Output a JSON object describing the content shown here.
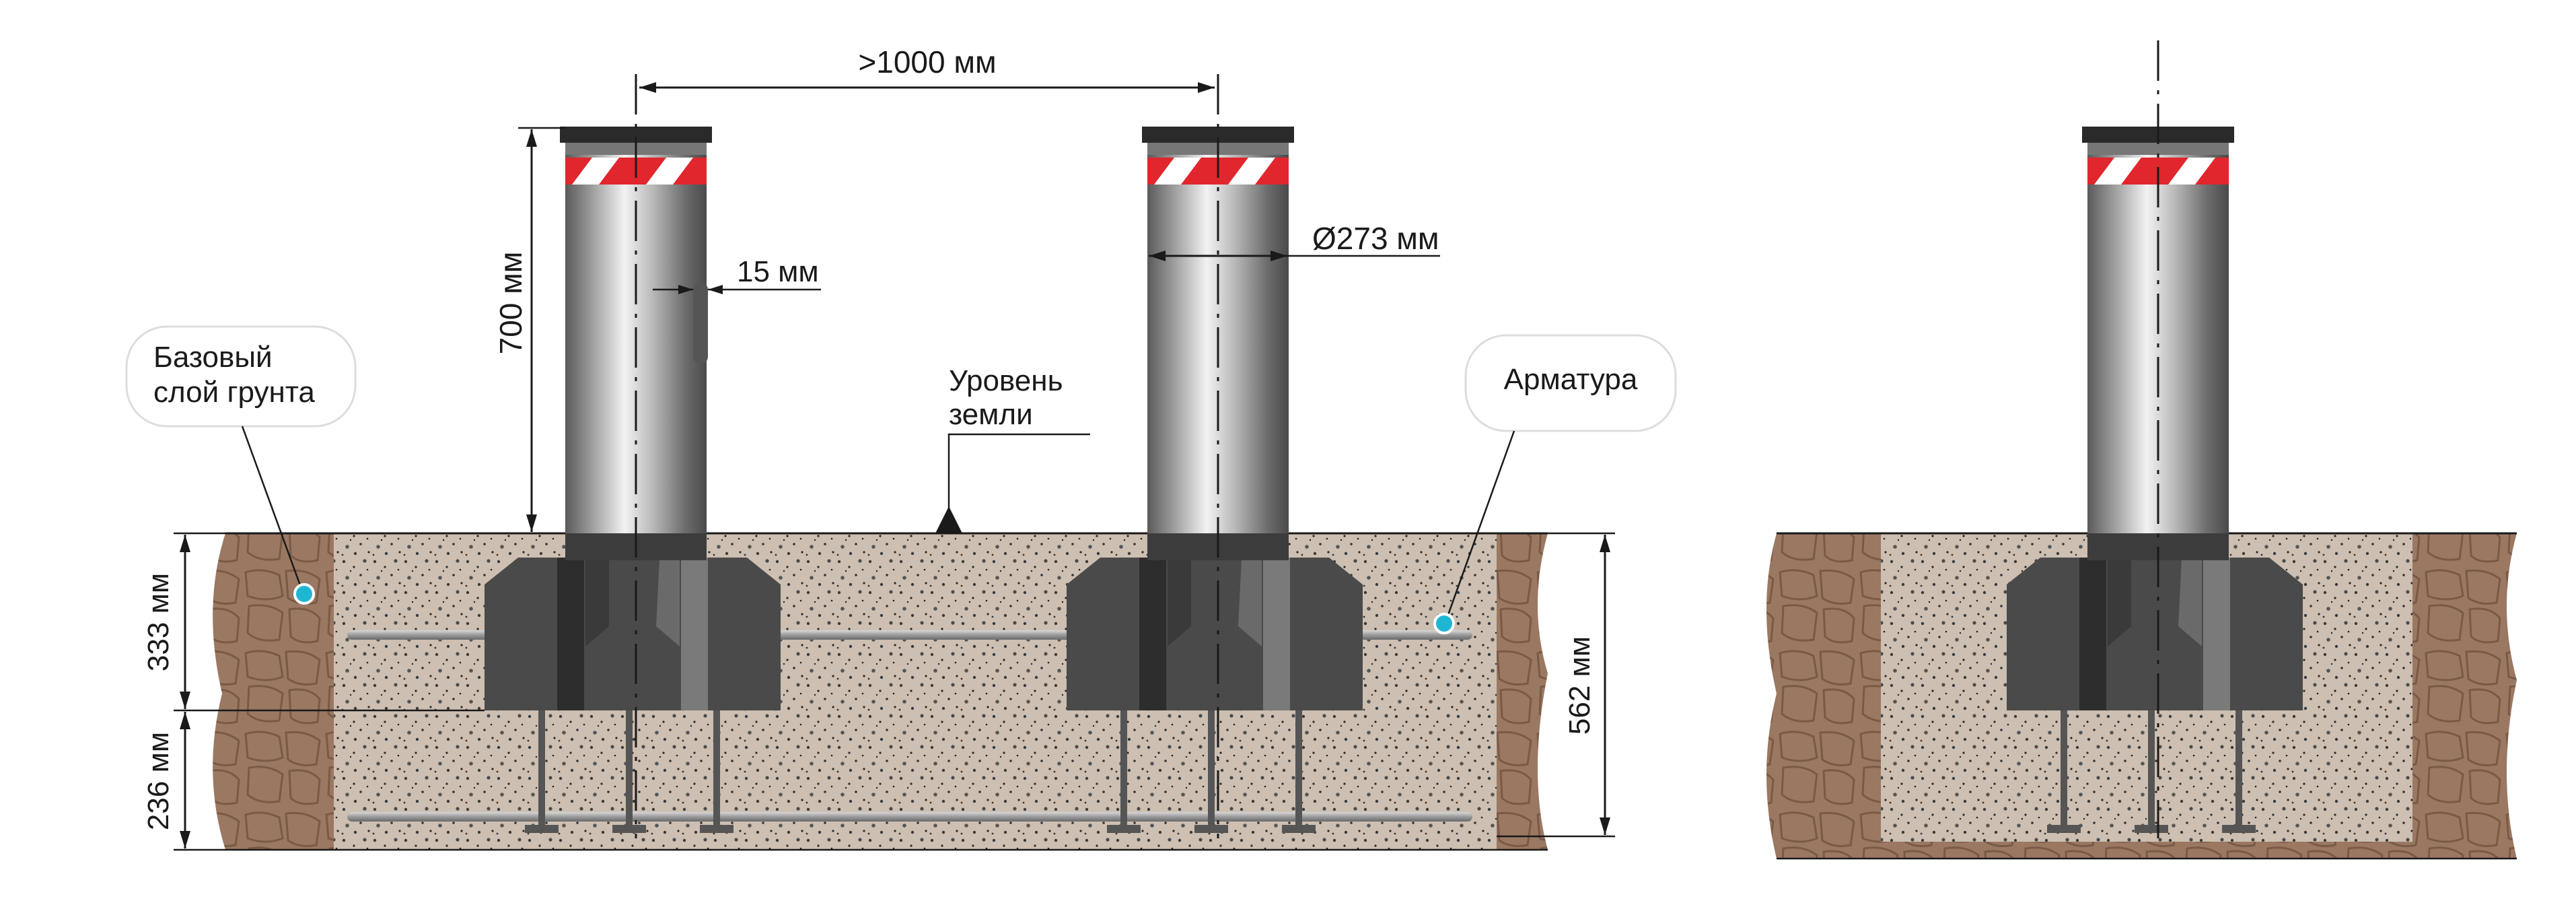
{
  "labels": {
    "spacing": ">1000 мм",
    "height_above": "700 мм",
    "wall": "15 мм",
    "diameter": "Ø273 мм",
    "ground_level_line1": "Уровень",
    "ground_level_line2": "земли",
    "base_soil_line1": "Базовый",
    "base_soil_line2": "слой грунта",
    "rebar": "Арматура",
    "depth_upper": "333 мм",
    "depth_lower": "236 мм",
    "depth_total": "562 мм"
  },
  "colors": {
    "soil": "#9c7a64",
    "concrete": "#cfc3b6",
    "steel_dark": "#4a4a4a",
    "steel_light": "#d9d9d9",
    "stripe_red": "#e1262d",
    "callout_dot": "#1fb6d4",
    "rebar": "#a8a8a8"
  },
  "icons": [
    "ground-level-triangle-icon",
    "callout-dot-icon"
  ]
}
